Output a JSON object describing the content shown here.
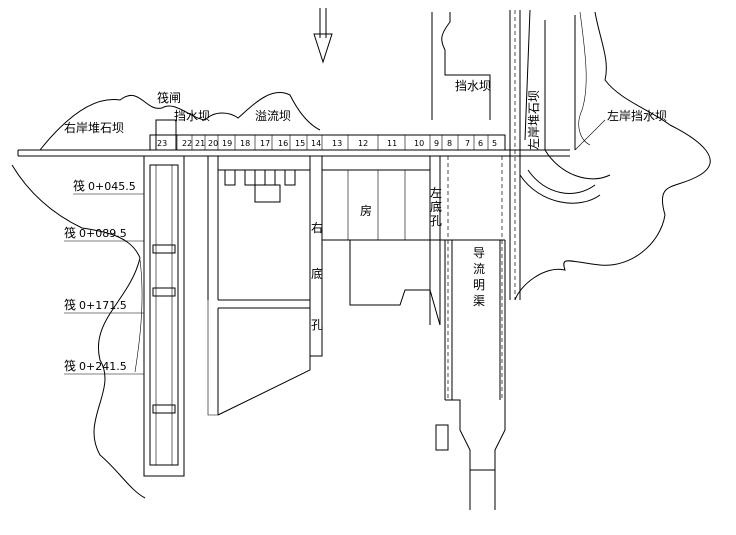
{
  "labels": {
    "fa_zha": "筏闸",
    "right_rockfill_dam": "右岸堆石坝",
    "retaining_dam_1": "挡水坝",
    "spillway_dam": "溢流坝",
    "retaining_dam_2": "挡水坝",
    "left_rockfill_dam": "左岸堆石坝",
    "left_retaining_dam": "左岸挡水坝",
    "powerhouse": "房",
    "right_bottom_outlet": [
      "右",
      "底",
      "孔"
    ],
    "left_bottom_outlet": [
      "左",
      "底",
      "孔"
    ],
    "diversion_channel": [
      "导",
      "流",
      "明",
      "渠"
    ]
  },
  "blocks": [
    "23",
    "22",
    "21",
    "20",
    "19",
    "18",
    "17",
    "16",
    "15",
    "14",
    "13",
    "12",
    "11",
    "10",
    "9",
    "8",
    "7",
    "6",
    "5"
  ],
  "chainage_prefix": "筏",
  "chainages": [
    "0+045.5",
    "0+089.5",
    "0+171.5",
    "0+241.5"
  ],
  "flow_arrow": "down-arrow-icon"
}
